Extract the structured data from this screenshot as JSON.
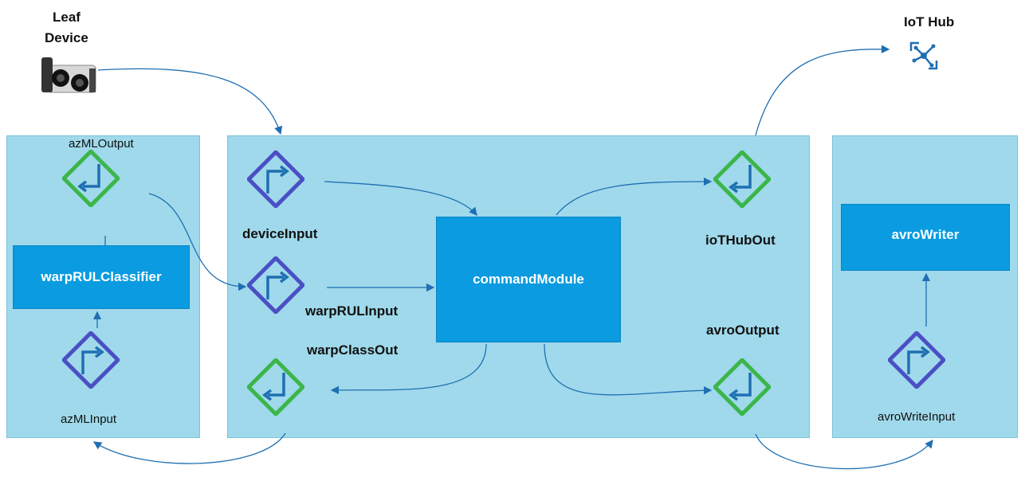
{
  "leaf_device": {
    "label_line1": "Leaf",
    "label_line2": "Device",
    "icon": "sensor-camera-icon"
  },
  "iot_hub": {
    "label": "IoT Hub",
    "icon": "iot-hub-icon"
  },
  "left_panel": {
    "module": "warpRULClassifier",
    "output_route": "azMLOutput",
    "input_route": "azMLInput"
  },
  "middle_panel": {
    "module": "commandModule",
    "routes": {
      "device_input": "deviceInput",
      "warp_rul_input": "warpRULInput",
      "warp_class_out": "warpClassOut",
      "iot_hub_out": "ioTHubOut",
      "avro_output": "avroOutput"
    }
  },
  "right_panel": {
    "module": "avroWriter",
    "input_route": "avroWriteInput"
  },
  "colors": {
    "panel": "#9fd9eb",
    "module": "#0a9be0",
    "input_route": "#4b4fc4",
    "output_route": "#3cb54a",
    "arrow": "#1f6fb2"
  }
}
